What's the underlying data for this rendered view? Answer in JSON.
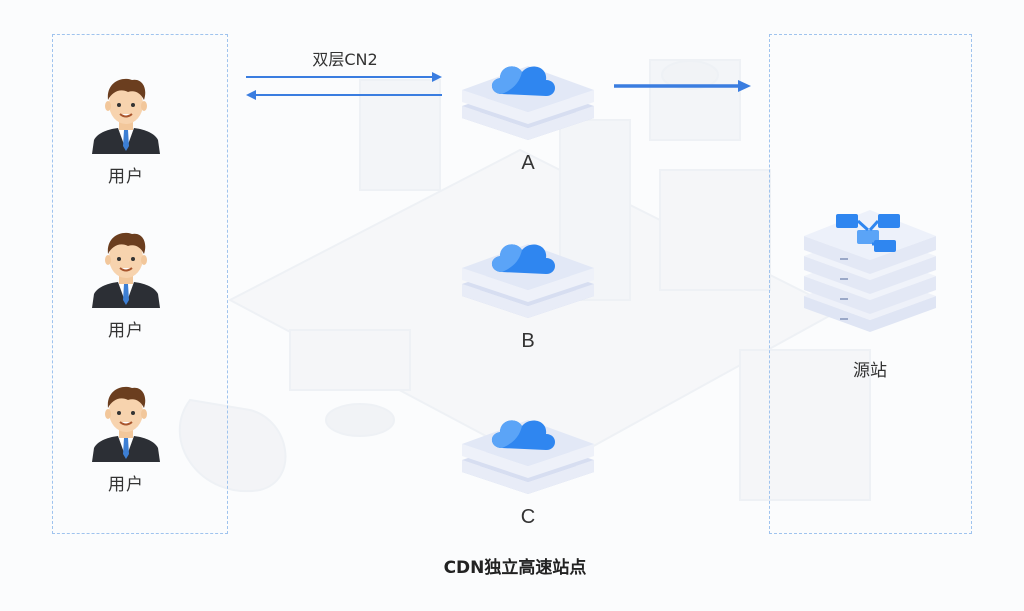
{
  "users": [
    {
      "label": "用户"
    },
    {
      "label": "用户"
    },
    {
      "label": "用户"
    }
  ],
  "link": {
    "label": "双层CN2"
  },
  "nodes": [
    {
      "label": "A"
    },
    {
      "label": "B"
    },
    {
      "label": "C"
    }
  ],
  "origin": {
    "label": "源站"
  },
  "caption": "CDN独立高速站点",
  "colors": {
    "accent": "#3a7de0",
    "dashed_border": "#9fc3ee",
    "cloud_blue": "#2f86f0",
    "platform": "#dfe6f6"
  },
  "icons": {
    "user": "businessman-icon",
    "node": "cloud-server-icon",
    "origin": "origin-server-icon"
  }
}
